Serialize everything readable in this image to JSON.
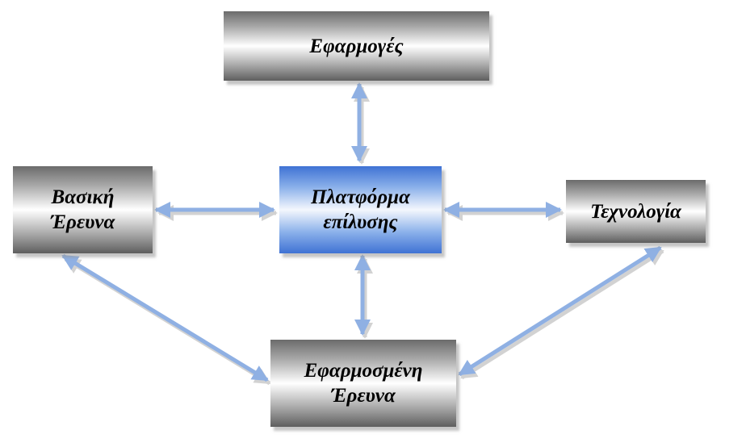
{
  "diagram": {
    "nodes": {
      "applications": "Εφαρμογές",
      "basic_research": [
        "Βασική",
        "Έρευνα"
      ],
      "platform": [
        "Πλατφόρμα",
        "επίλυσης"
      ],
      "technology": "Τεχνολογία",
      "applied_research": [
        "Εφαρμοσμένη",
        "Έρευνα"
      ]
    },
    "edges": [
      {
        "from": "platform",
        "to": "applications",
        "direction": "both"
      },
      {
        "from": "platform",
        "to": "basic_research",
        "direction": "both"
      },
      {
        "from": "platform",
        "to": "technology",
        "direction": "both"
      },
      {
        "from": "platform",
        "to": "applied_research",
        "direction": "both"
      },
      {
        "from": "basic_research",
        "to": "applied_research",
        "direction": "both"
      },
      {
        "from": "technology",
        "to": "applied_research",
        "direction": "both"
      }
    ],
    "colors": {
      "arrow": "#8fb0e3",
      "box_gray": "#a8a8a8",
      "box_blue": "#3f72d4"
    }
  }
}
